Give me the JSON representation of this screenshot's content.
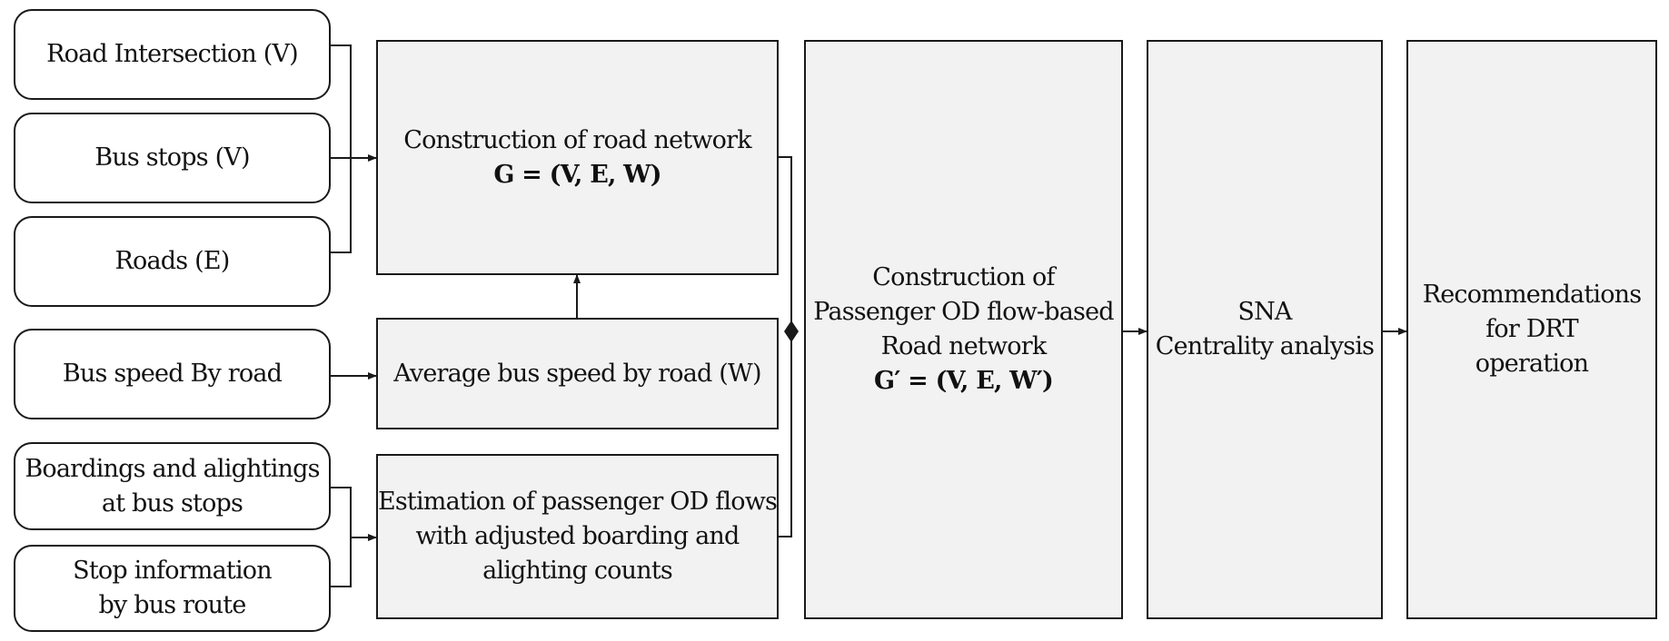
{
  "inputs": {
    "road_intersection": "Road Intersection (V)",
    "bus_stops": "Bus stops (V)",
    "roads": "Roads (E)",
    "bus_speed": "Bus speed By road",
    "boardings_l1": "Boardings and alightings",
    "boardings_l2": "at bus stops",
    "stop_info_l1": "Stop information",
    "stop_info_l2": "by bus route"
  },
  "process": {
    "road_network_l1": "Construction of road network",
    "road_network_formula": "G = (V, E, W)",
    "avg_speed": "Average bus speed by road (W)",
    "od_est_l1": "Estimation of passenger OD flows",
    "od_est_l2": "with adjusted boarding and",
    "od_est_l3": "alighting counts",
    "od_network_l1": "Construction of",
    "od_network_l2": "Passenger OD flow-based",
    "od_network_l3": "Road network",
    "od_network_formula": "G′ = (V, E, W′)",
    "sna_l1": "SNA",
    "sna_l2": "Centrality analysis",
    "rec_l1": "Recommendations",
    "rec_l2": "for DRT",
    "rec_l3": "operation"
  },
  "colors": {
    "stroke": "#1a1a1a",
    "process_fill": "#f2f2f2",
    "input_fill": "#ffffff"
  }
}
